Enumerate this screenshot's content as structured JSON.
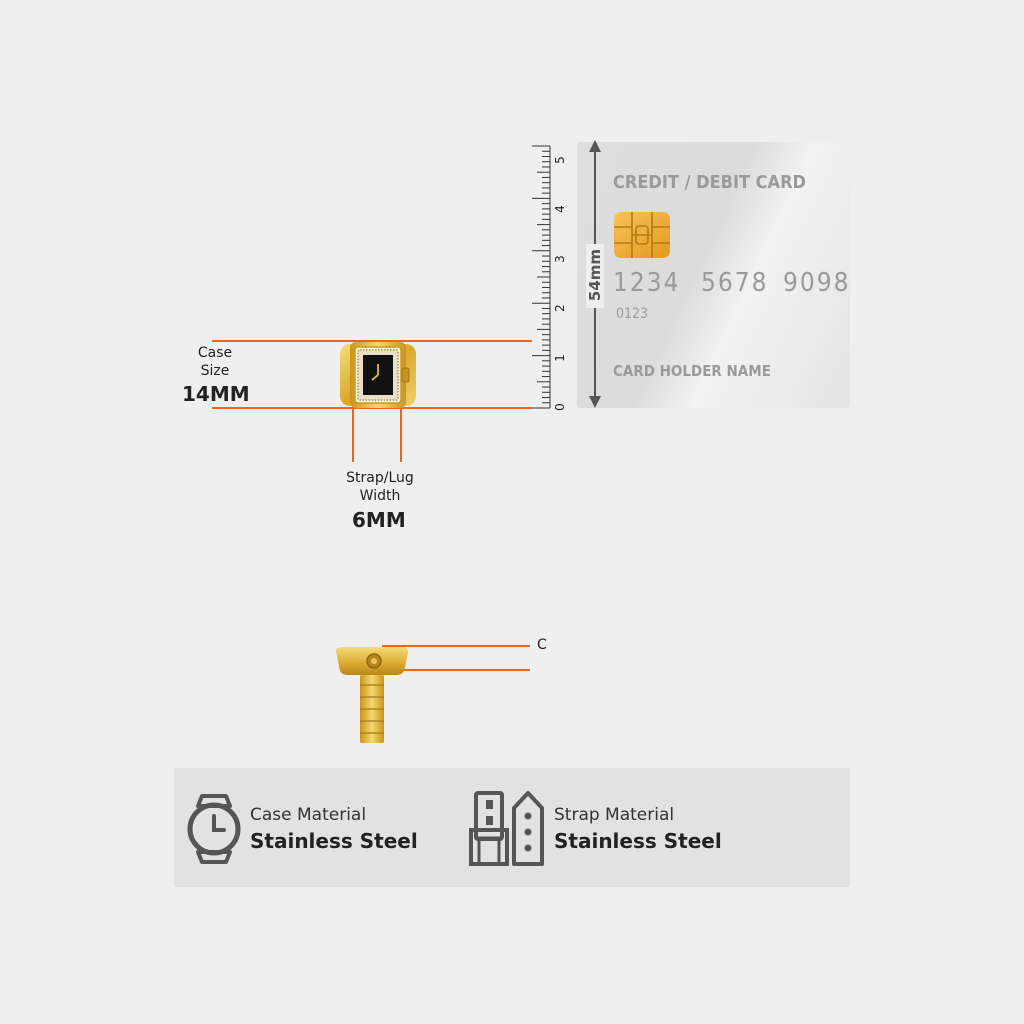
{
  "measurements": {
    "case_size_label_line1": "Case",
    "case_size_label_line2": "Size",
    "case_size_value": "14MM",
    "strap_label_line1": "Strap/Lug",
    "strap_label_line2": "Width",
    "strap_value": "6MM",
    "side_label_fragment": "C"
  },
  "ruler": {
    "ticks": [
      "0",
      "1",
      "2",
      "3",
      "4",
      "5"
    ],
    "height_label": "54mm"
  },
  "card": {
    "title": "CREDIT / DEBIT CARD",
    "number_groups": [
      "1234",
      "5678",
      "9098"
    ],
    "sub_number": "0123",
    "holder": "CARD HOLDER NAME"
  },
  "materials": {
    "case_label": "Case Material",
    "case_value": "Stainless Steel",
    "strap_label": "Strap Material",
    "strap_value": "Stainless Steel"
  },
  "colors": {
    "measure_line": "#f0641e",
    "gold": "#e0b83a",
    "background": "#efefef",
    "panel": "#e2e2e2"
  }
}
